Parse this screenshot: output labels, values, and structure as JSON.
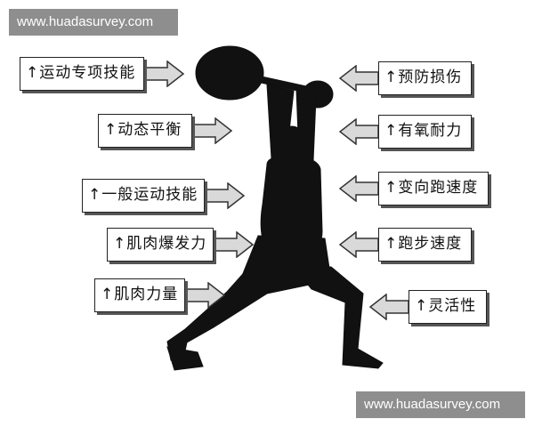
{
  "watermarks": {
    "top": "www.huadasurvey.com",
    "bottom": "www.huadasurvey.com"
  },
  "left_labels": [
    "↑运动专项技能",
    "↑动态平衡",
    "↑一般运动技能",
    "↑肌肉爆发力",
    "↑肌肉力量"
  ],
  "right_labels": [
    "↑预防损伤",
    "↑有氧耐力",
    "↑变向跑速度",
    "↑跑步速度",
    "↑灵活性"
  ],
  "colors": {
    "silhouette": "#111111",
    "arrow_fill": "#d9d9d9",
    "arrow_stroke": "#333333",
    "watermark_bg": "#8e8e8e"
  }
}
